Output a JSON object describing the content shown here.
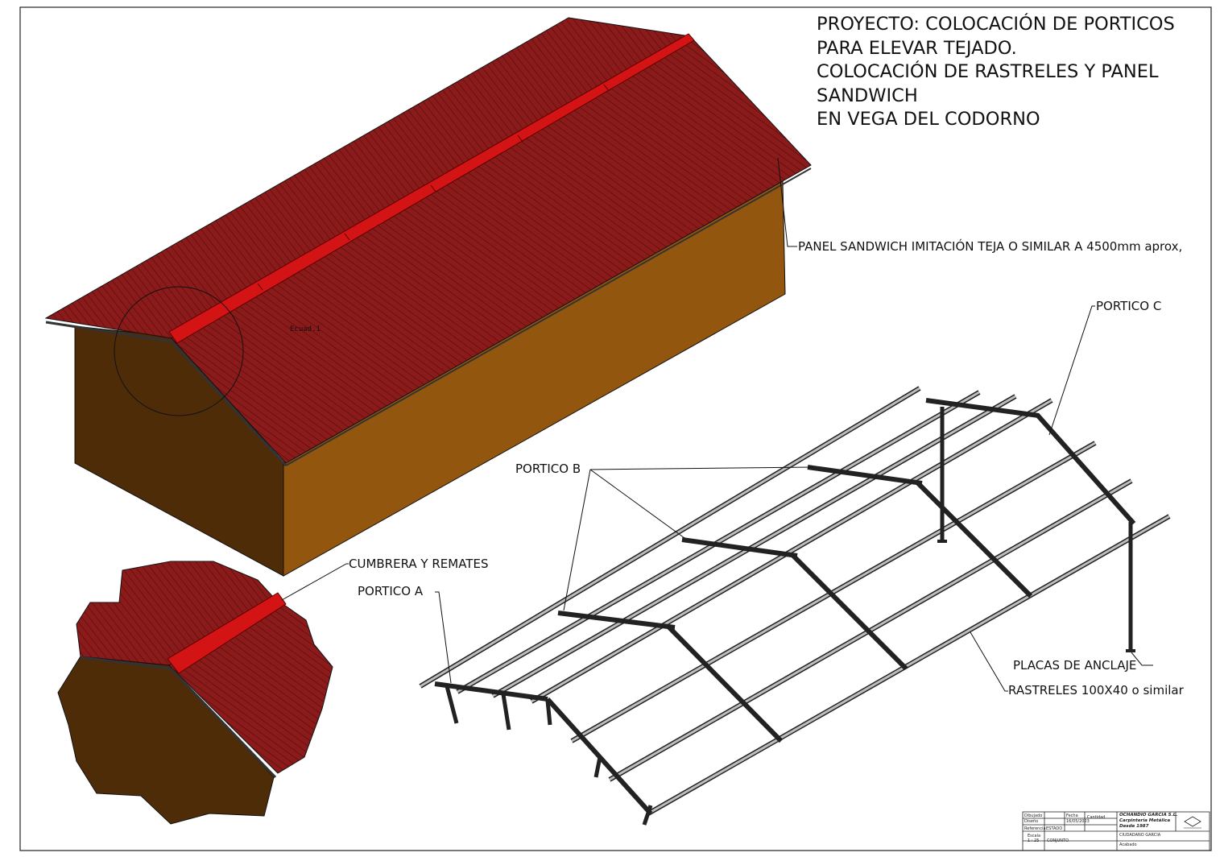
{
  "title": {
    "lines": [
      "PROYECTO: COLOCACIÓN DE PORTICOS",
      "PARA ELEVAR TEJADO.",
      "COLOCACIÓN DE RASTRELES Y PANEL",
      "SANDWICH",
      "EN VEGA DEL CODORNO"
    ]
  },
  "labels": {
    "panel": "PANEL SANDWICH IMITACIÓN TEJA O SIMILAR A 4500mm aprox,",
    "portico_c": "PORTICO C",
    "portico_b": "PORTICO B",
    "portico_a": "PORTICO A",
    "cumbrera": "CUMBRERA Y REMATES",
    "placas": "PLACAS DE ANCLAJE",
    "rastreles": "RASTRELES 100X40 o similar",
    "detail_ref": "Ecuad.1"
  },
  "title_block": {
    "dibujado": "Dibujado",
    "diseno": "Diseño",
    "referencia": "Referencia",
    "escala_label": "Escala",
    "escala": "1 : 25",
    "fecha_label": "Fecha",
    "fecha": "16/05/2023",
    "cantidad": "Cantidad",
    "estado": "ESTADO",
    "conjunto": "CONJUNTO",
    "company": "OCHANDIO GARCIA S.L.",
    "company_sub": "Carpintería Metálica",
    "company_year": "Desde 1987",
    "client": "CIUDADANO GARCIA",
    "acabado": "Acabado"
  },
  "colors": {
    "roof": "#8b1a1a",
    "ridge": "#d41414",
    "wall_front": "#93560f",
    "wall_side": "#4f2c08",
    "steel": "#b8b8b8"
  }
}
